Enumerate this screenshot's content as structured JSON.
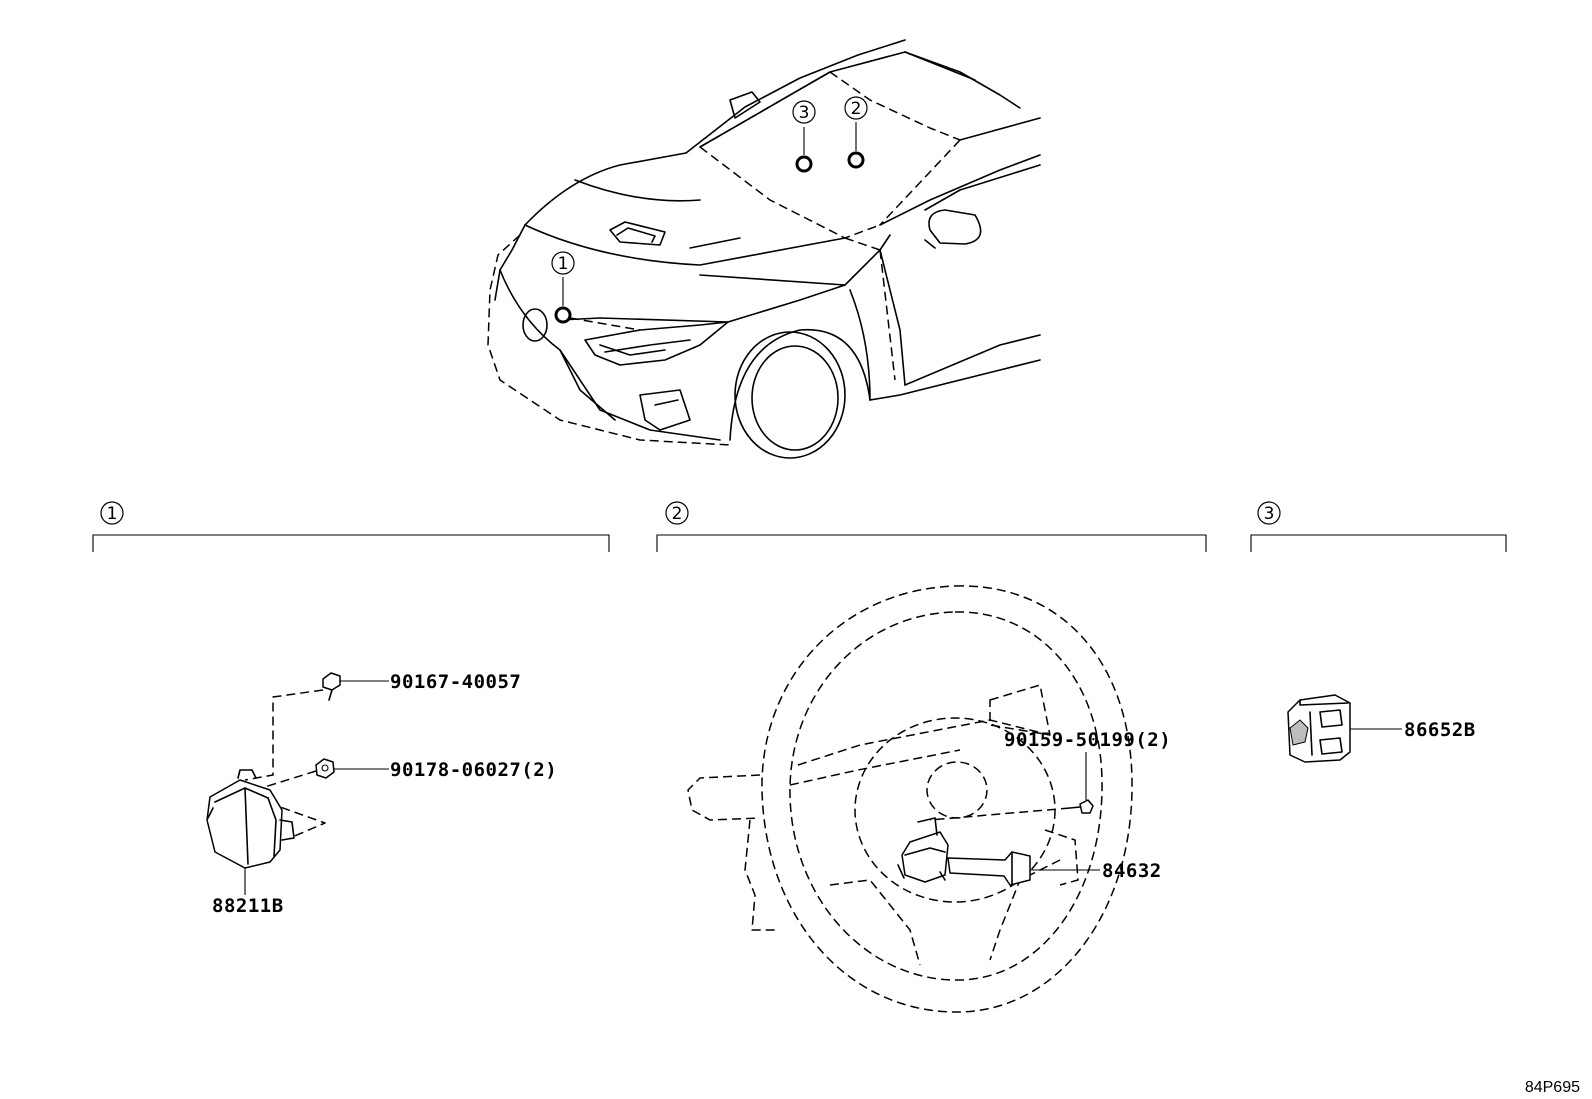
{
  "callouts": {
    "one": "1",
    "two": "2",
    "three": "3"
  },
  "groups": [
    {
      "id": "1",
      "parts": [
        {
          "number": "90167-40057"
        },
        {
          "number": "90178-06027(2)"
        },
        {
          "number": "88211B"
        }
      ]
    },
    {
      "id": "2",
      "parts": [
        {
          "number": "90159-50199(2)"
        },
        {
          "number": "84632"
        }
      ]
    },
    {
      "id": "3",
      "parts": [
        {
          "number": "86652B"
        }
      ]
    }
  ],
  "diagram_reference": "84P695"
}
